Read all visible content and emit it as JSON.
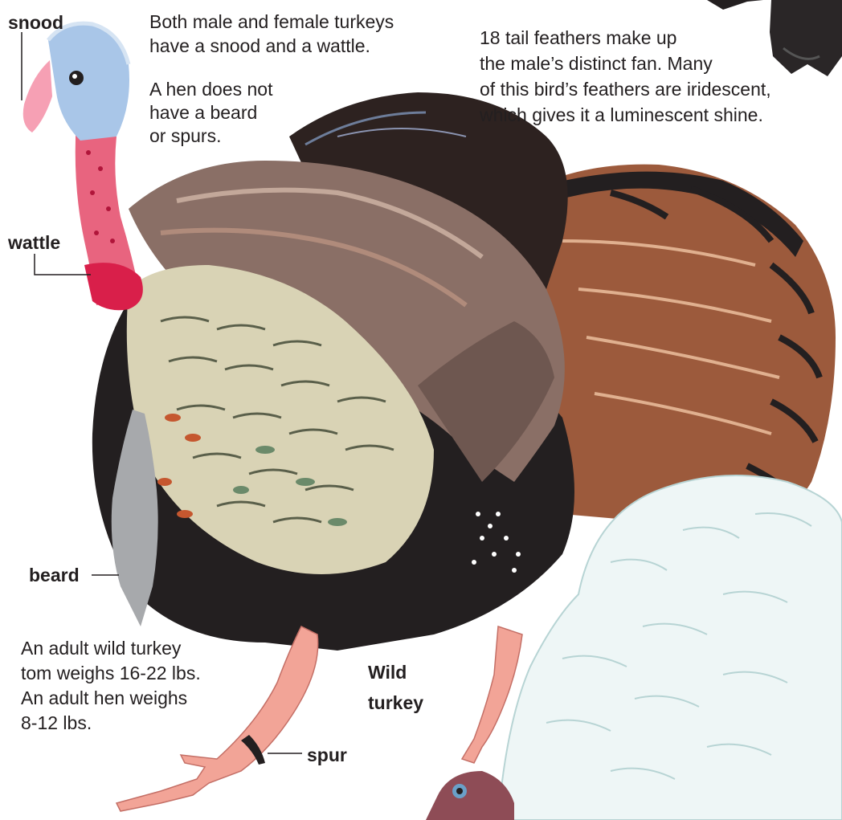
{
  "labels": {
    "snood": "snood",
    "wattle": "wattle",
    "beard": "beard",
    "spur": "spur",
    "species": [
      "Wild",
      "turkey"
    ]
  },
  "notes": {
    "snood_wattle": [
      "Both male and female turkeys",
      "have a snood and a wattle."
    ],
    "hen": [
      "A hen does not",
      "have a beard",
      "or spurs."
    ],
    "tail": [
      "18 tail feathers make up",
      "the male’s distinct fan. Many",
      "of this bird’s feathers are iridescent,",
      "which gives it a luminescent shine."
    ],
    "weight": [
      "An adult wild turkey",
      "tom weighs 16-22 lbs.",
      "An adult hen weighs",
      "8-12 lbs."
    ]
  },
  "colors": {
    "body": "#231f20",
    "tail_fan": "#9c5a3c",
    "wing": "#8a6f66",
    "chest_light": "#d9d3b5",
    "head_skin": "#e8647f",
    "wattle_red": "#d91f4a",
    "snood_blue": "#a9c6e8",
    "legs": "#f2a497",
    "beard": "#a7a9ac",
    "white_turkey": "#eef6f6"
  }
}
